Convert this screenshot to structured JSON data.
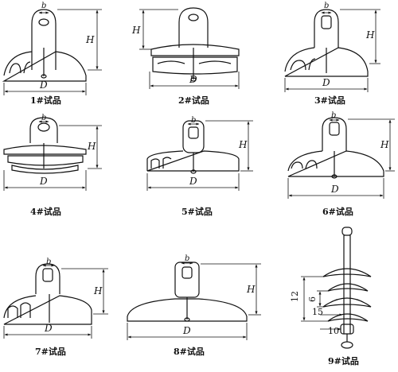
{
  "figure": {
    "labels": {
      "diameter": "D",
      "height": "H",
      "pin": "b"
    },
    "specimens": [
      {
        "caption": "1#试品"
      },
      {
        "caption": "2#试品"
      },
      {
        "caption": "3#试品"
      },
      {
        "caption": "4#试品"
      },
      {
        "caption": "5#试品"
      },
      {
        "caption": "6#试品"
      },
      {
        "caption": "7#试品"
      },
      {
        "caption": "8#试品"
      },
      {
        "caption": "9#试品",
        "dims": [
          "12",
          "6",
          "15",
          "10"
        ]
      }
    ]
  }
}
